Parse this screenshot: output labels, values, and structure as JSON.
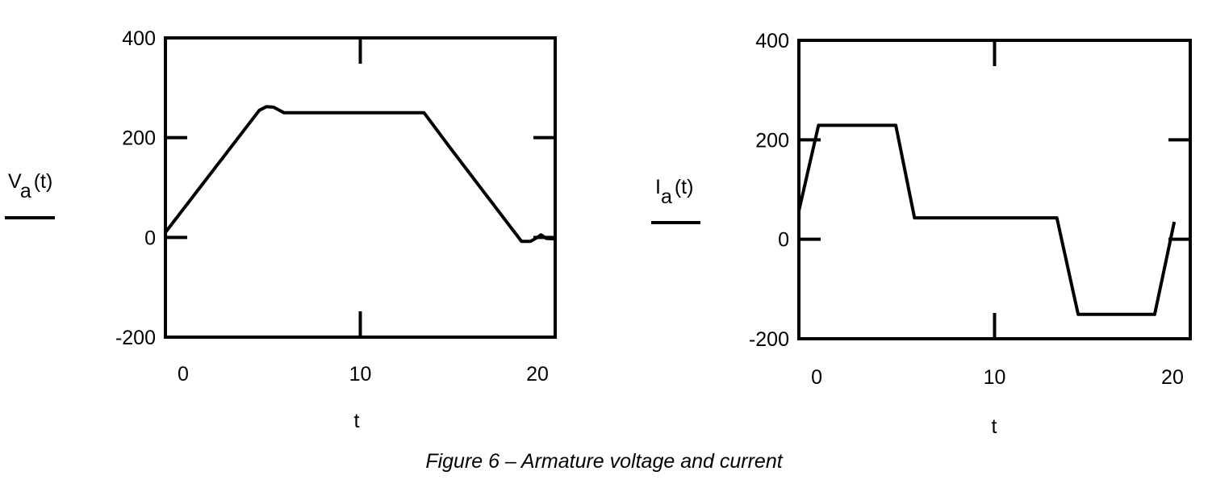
{
  "caption": "Figure 6 – Armature voltage and current",
  "chart_data": [
    {
      "type": "line",
      "title": "",
      "ylabel_main": "V",
      "ylabel_sub": "a",
      "ylabel_arg": "(t)",
      "xlabel": "t",
      "xlim": [
        -1,
        21
      ],
      "ylim": [
        -200,
        400
      ],
      "xticks": [
        0,
        10,
        20
      ],
      "xtick_labels": [
        "0",
        "10",
        "20"
      ],
      "yticks": [
        400,
        200,
        0,
        -200
      ],
      "ytick_labels": [
        "400",
        "200",
        "0",
        "-200"
      ],
      "grid": false,
      "series": [
        {
          "name": "Va(t)",
          "x": [
            -1,
            4.3,
            4.7,
            5.1,
            5.7,
            13.6,
            15.0,
            19.1,
            19.6,
            20.0,
            20.2,
            20.5,
            21
          ],
          "y": [
            10,
            255,
            262,
            261,
            250,
            250,
            183,
            -8,
            -8,
            0,
            5,
            -2,
            -3
          ]
        }
      ]
    },
    {
      "type": "line",
      "title": "",
      "ylabel_main": "I",
      "ylabel_sub": "a",
      "ylabel_arg": "(t)",
      "xlabel": "t",
      "xlim": [
        -1,
        21
      ],
      "ylim": [
        -200,
        400
      ],
      "xticks": [
        0,
        10,
        20
      ],
      "xtick_labels": [
        "0",
        "10",
        "20"
      ],
      "yticks": [
        400,
        200,
        0,
        -200
      ],
      "ytick_labels": [
        "400",
        "200",
        "0",
        "-200"
      ],
      "grid": false,
      "series": [
        {
          "name": "Ia(t)",
          "x": [
            -1,
            0.1,
            4.45,
            5.5,
            13.5,
            14.7,
            19.0,
            20.1
          ],
          "y": [
            57,
            229,
            229,
            43,
            43,
            -151,
            -151,
            35
          ]
        }
      ]
    }
  ]
}
